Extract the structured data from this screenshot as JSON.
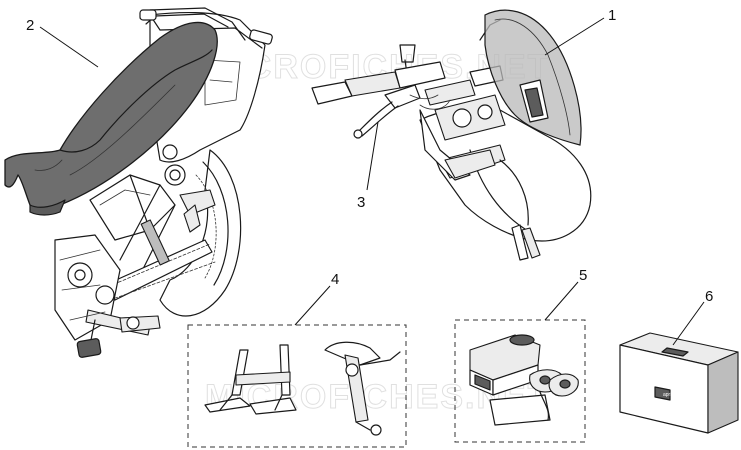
{
  "watermark": "MICROFICHES.NET",
  "callouts": [
    {
      "id": "1",
      "text": "1"
    },
    {
      "id": "2",
      "text": "2"
    },
    {
      "id": "3",
      "text": "3"
    },
    {
      "id": "4",
      "text": "4"
    },
    {
      "id": "5",
      "text": "5"
    },
    {
      "id": "6",
      "text": "6"
    }
  ],
  "kit_box": {
    "logo_text": "aprilia"
  },
  "colors": {
    "line": "#1a1a1a",
    "seat": "#6e6e6e",
    "windscreen": "#b8b8b8",
    "dashed_group_border": "#333333"
  }
}
